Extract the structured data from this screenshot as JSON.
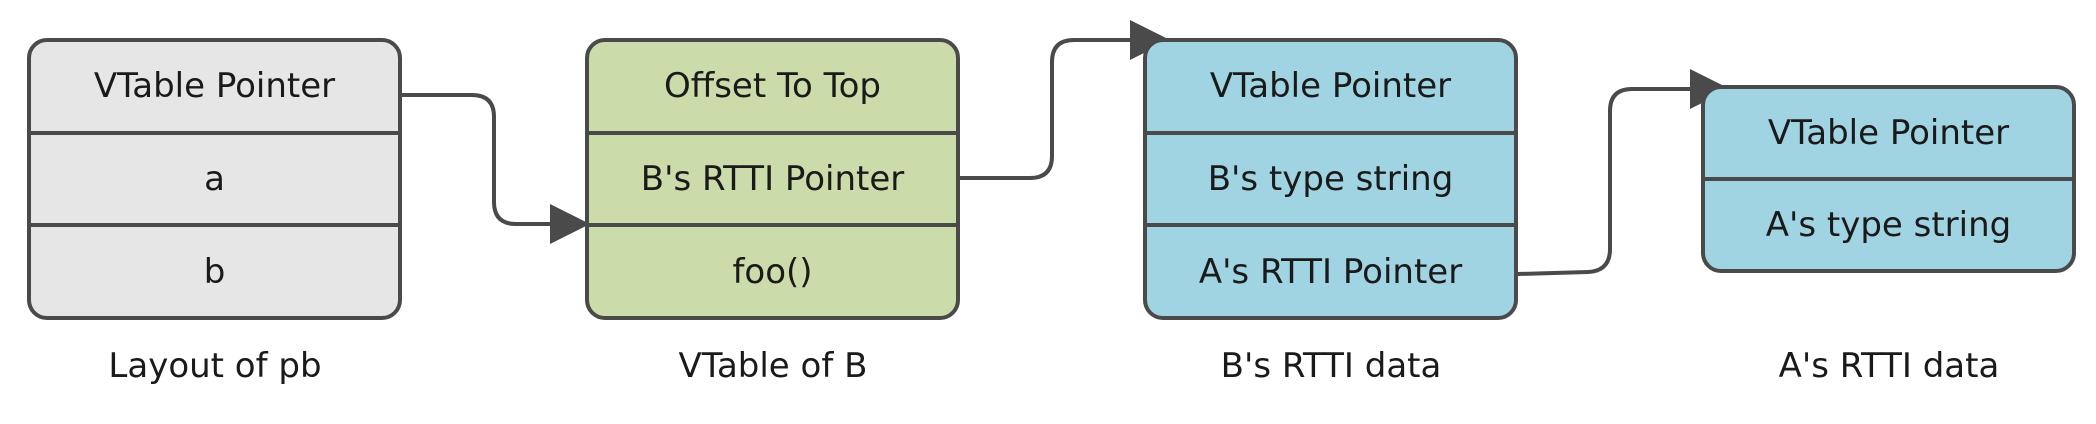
{
  "boxes": {
    "layout_pb": {
      "caption": "Layout of pb",
      "cells": [
        "VTable Pointer",
        "a",
        "b"
      ]
    },
    "vtable_b": {
      "caption": "VTable of B",
      "cells": [
        "Offset To Top",
        "B's RTTI Pointer",
        "foo()"
      ]
    },
    "rtti_b": {
      "caption": "B's RTTI data",
      "cells": [
        "VTable Pointer",
        "B's type string",
        "A's RTTI Pointer"
      ]
    },
    "rtti_a": {
      "caption": "A's RTTI data",
      "cells": [
        "VTable Pointer",
        "A's type string"
      ]
    }
  },
  "colors": {
    "gray_fill": "#e6e6e6",
    "green_fill": "#cbdba9",
    "blue_fill": "#a1d4e2",
    "stroke": "#4a4a4a"
  }
}
